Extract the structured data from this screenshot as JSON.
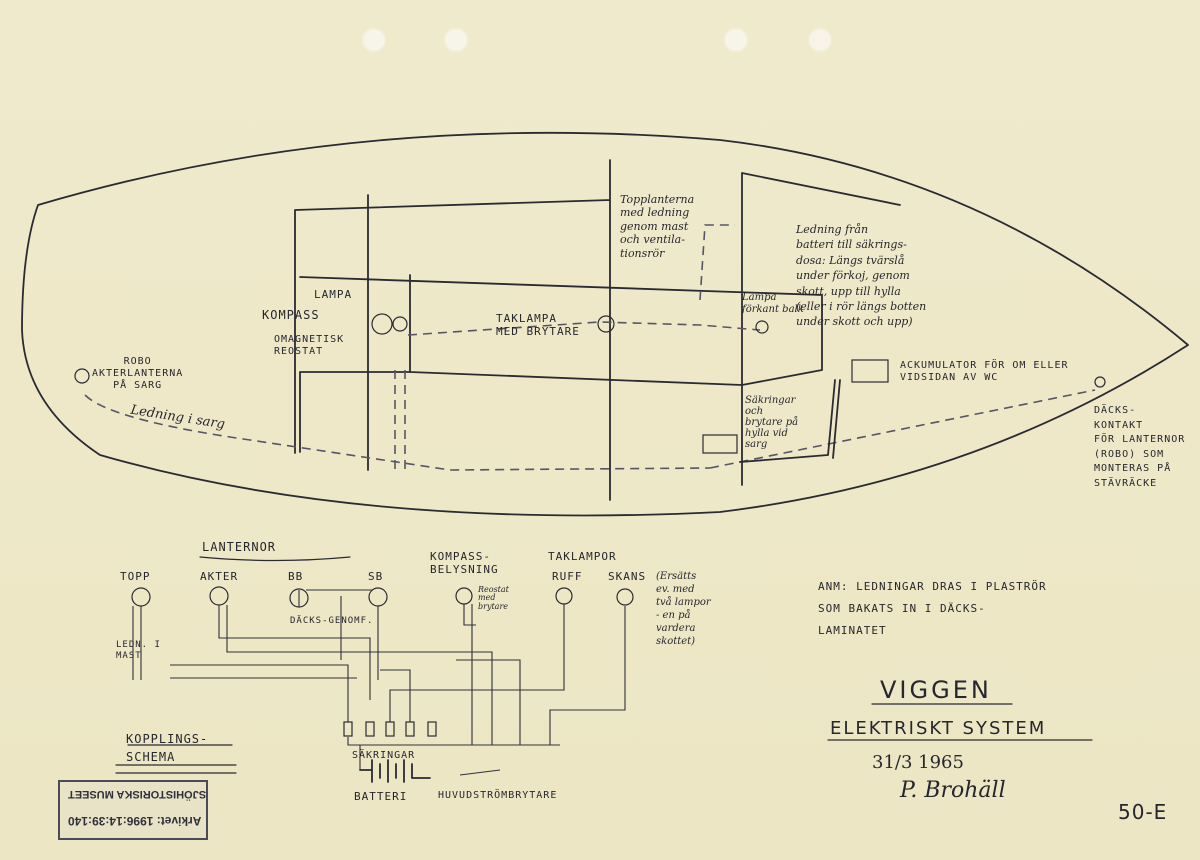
{
  "hull_labels": {
    "akterlanterna": "ROBO\nAKTERLANTERNA\nPÅ SARG",
    "ledning_i_sarg": "Ledning i sarg",
    "lampa": "LAMPA",
    "kompass": "KOMPASS",
    "reostat": "OMAGNETISK\nREOSTAT",
    "taklampa": "TAKLAMPA\nMED BRYTARE",
    "topplanterna": "Topplanterna\nmed ledning\ngenom mast\noch ventila-\ntionsrör",
    "lampa_forkant": "Lampa\nförkant balk",
    "ledning_fran": "Ledning från\nbatteri till säkrings-\ndosa: Längs tvärslå\nunder förkoj, genom\nskott, upp till hylla\n(eller i rör längs botten\nunder skott och upp)",
    "ackumulator": "ACKUMULATOR FÖR OM ELLER\nVIDSIDAN AV WC",
    "sakringar_hull": "Säkringar\noch\nbrytare på\nhylla vid\nsarg",
    "dackskontakt": "DÄCKS-\nKONTAKT\nFÖR LANTERNOR\n(ROBO) SOM\nMONTERAS PÅ\nSTÄVRÄCKE"
  },
  "schema": {
    "lanternor": "LANTERNOR",
    "topp": "TOPP",
    "akter": "AKTER",
    "bb": "BB",
    "sb": "SB",
    "kompassbelysning": "KOMPASS-\nBELYSNING",
    "taklampor": "TAKLAMPOR",
    "ruff": "RUFF",
    "skans": "SKANS",
    "ersatts": "(Ersätts\nev. med\ntvå lampor\n- en på\nvardera\nskottet)",
    "reostat_brytare": "Reostat\nmed\nbrytare",
    "dacksgenomf": "DÄCKS-GENOMF.",
    "ledning_mast": "LEDN. I\nMAST",
    "sakringar": "SÄKRINGAR",
    "batteri": "BATTERI",
    "huvudstrombrytare": "HUVUDSTRÖMBRYTARE",
    "kopplingsschema": "KOPPLINGS-\nSCHEMA"
  },
  "notes": {
    "anm": "ANM: LEDNINGAR DRAS I PLASTRÖR\nSOM BAKATS IN I DÄCKS-\nLAMINATET"
  },
  "title_block": {
    "name": "VIGGEN",
    "subtitle": "ELEKTRISKT SYSTEM",
    "date": "31/3 1965",
    "signature": "P. Brohäll",
    "number": "50-E"
  },
  "stamp": {
    "museum": "SJÖHISTORISKA MUSEET",
    "archive": "Arkivet: 1996:14:39:140"
  }
}
